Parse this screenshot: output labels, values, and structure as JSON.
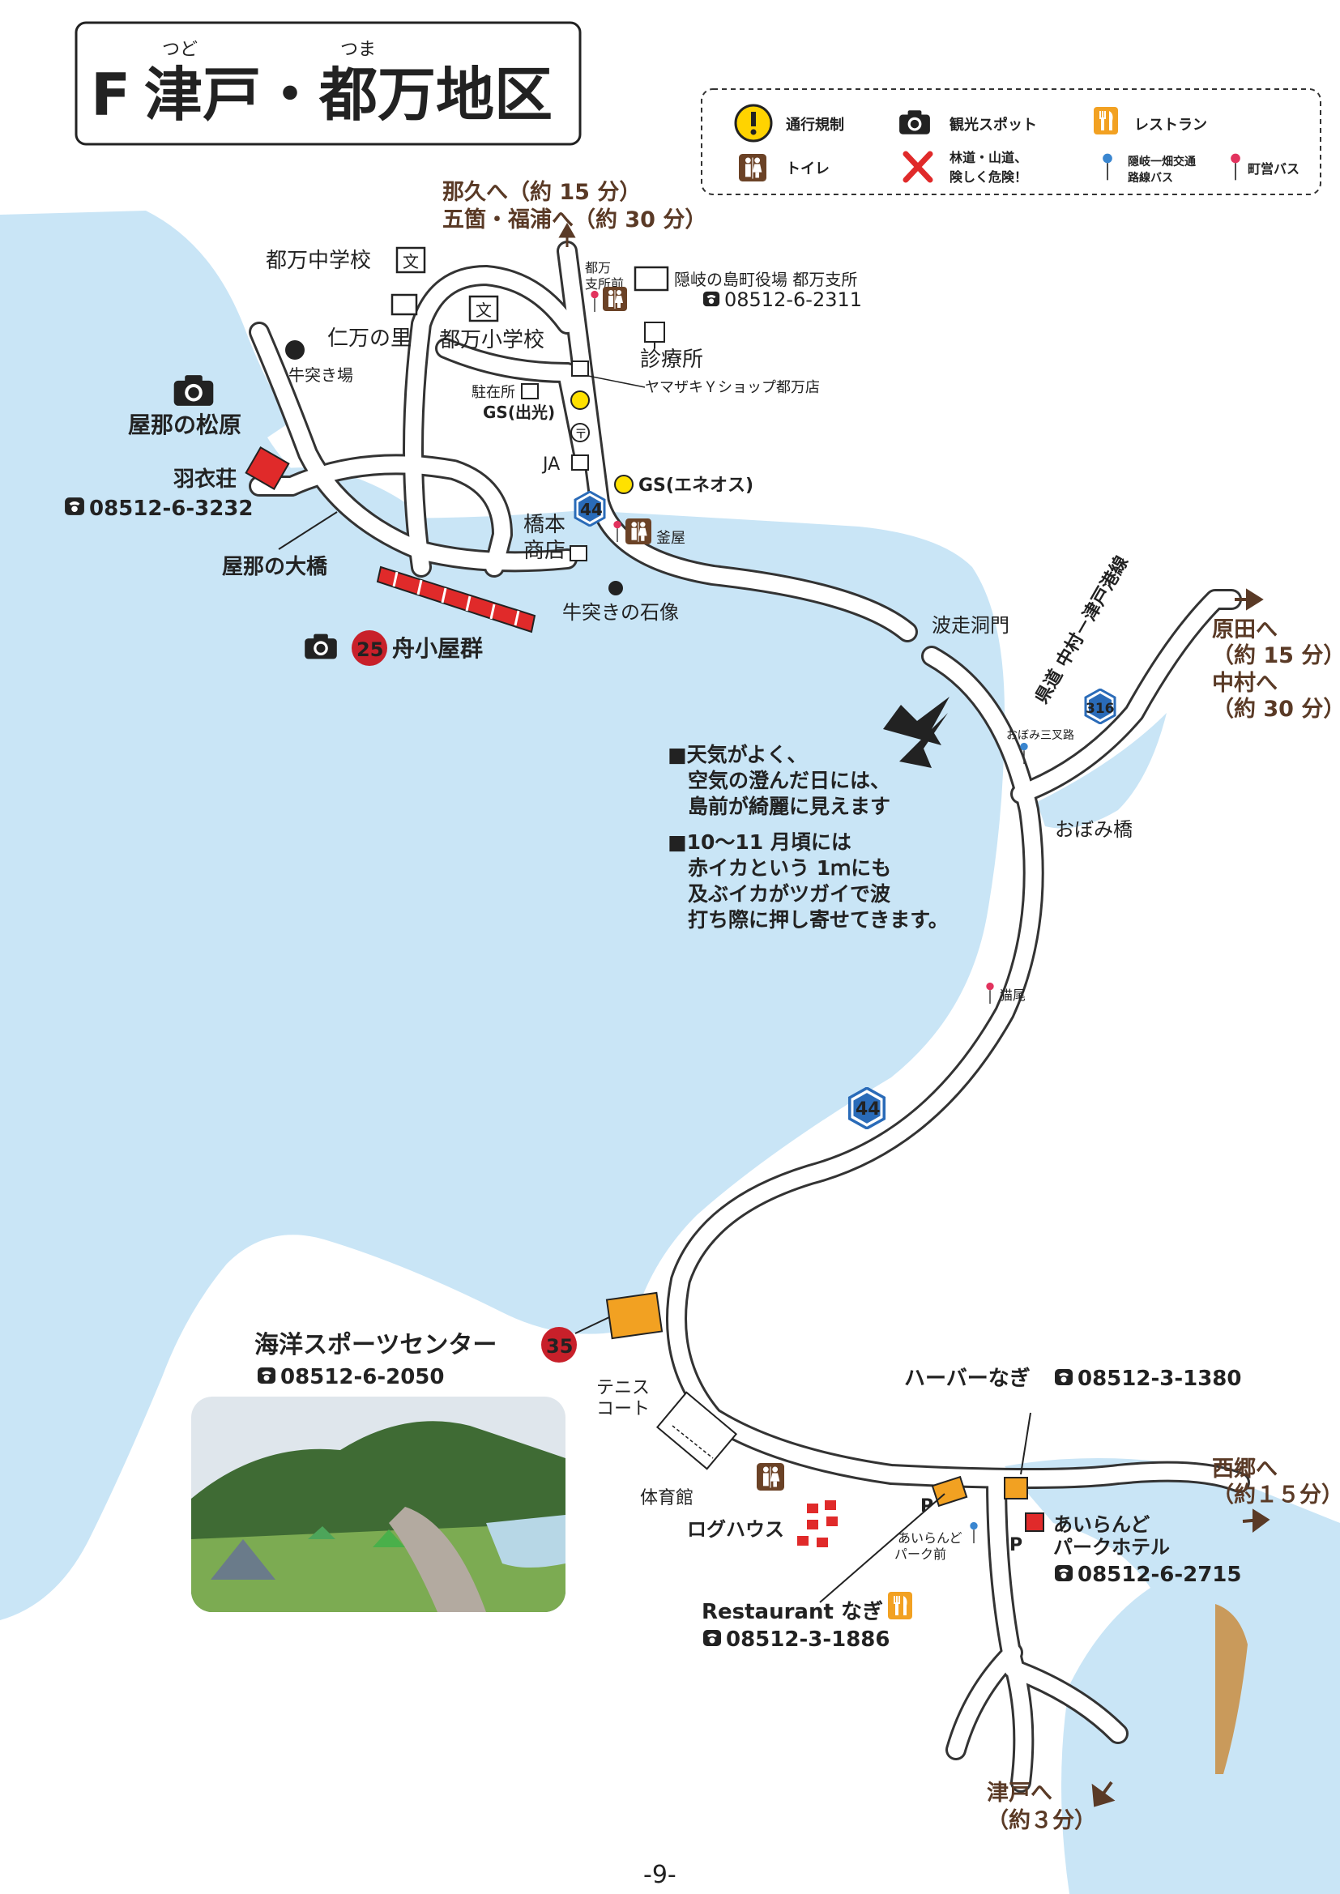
{
  "title": {
    "letter": "F",
    "main": "津戸・都万地区",
    "ruby_tsudo": "つど",
    "ruby_tsuma": "つま"
  },
  "legend": {
    "traffic": "通行規制",
    "sightseeing": "観光スポット",
    "restaurant": "レストラン",
    "toilet": "トイレ",
    "danger_line1": "林道・山道、",
    "danger_line2": "険しく危険！",
    "bus_route_line1": "隠岐一畑交通",
    "bus_route_line2": "路線バス",
    "town_bus": "町営バス"
  },
  "directions": {
    "nagu_line1": "那久へ（約 15 分）",
    "nagu_line2": "五箇・福浦へ（約 30 分）",
    "harada_line1": "原田へ",
    "harada_line2": "（約 15 分）",
    "harada_line3": "中村へ",
    "harada_line4": "（約 30 分）",
    "saigo_line1": "西郷へ",
    "saigo_line2": "（約１５分）",
    "tsudo_line1": "津戸へ",
    "tsudo_line2": "（約３分）"
  },
  "places": {
    "tsuma_jhs": "都万中学校",
    "school_mark": "文",
    "tsuma_es": "都万小学校",
    "nimannosato": "仁万の里",
    "ushitsuki_ba": "牛突き場",
    "yana_matsubara": "屋那の松原",
    "hagoromo": "羽衣荘",
    "hagoromo_tel": "08512-6-3232",
    "yana_bridge": "屋那の大橋",
    "funagoya": "舟小屋群",
    "funagoya_no": "25",
    "ushitsuki_statue": "牛突きの石像",
    "chuzaisho": "駐在所",
    "gs_idemitsu": "GS(出光)",
    "post_mark": "〒",
    "ja": "JA",
    "gs_eneos": "GS(エネオス)",
    "route44": "44",
    "hashimoto_1": "橋本",
    "hashimoto_2": "商店",
    "kamaya": "釜屋",
    "yamazaki": "ヤマザキＹショップ都万店",
    "clinic": "診療所",
    "busstop_tsuma_1": "都万",
    "busstop_tsuma_2": "支所前",
    "town_office": "隠岐の島町役場 都万支所",
    "town_office_tel": "08512-6-2311",
    "hasoudomon": "波走洞門",
    "pref_road": "県道 中村－津戸港線",
    "route316": "316",
    "obomi_junction": "おぼみ三叉路",
    "obomi_bridge": "おぼみ橋",
    "nekoo": "猫尾",
    "marine_center": "海洋スポーツセンター",
    "marine_no": "35",
    "marine_tel": "08512-6-2050",
    "tennis_1": "テニス",
    "tennis_2": "コート",
    "gym": "体育館",
    "loghouse": "ログハウス",
    "harbor_nagi": "ハーバーなぎ",
    "harbor_nagi_tel": "08512-3-1380",
    "busstop_park_1": "あいらんど",
    "busstop_park_2": "パーク前",
    "parkhotel_1": "あいらんど",
    "parkhotel_2": "パークホテル",
    "parkhotel_tel": "08512-6-2715",
    "restaurant_nagi": "Restaurant なぎ",
    "restaurant_nagi_tel": "08512-3-1886",
    "parking": "P"
  },
  "notes": {
    "note1_line1": "■天気がよく、",
    "note1_line2": "　空気の澄んだ日には、",
    "note1_line3": "　島前が綺麗に見えます",
    "note2_line1": "■10～11 月頃には",
    "note2_line2": "　赤イカという 1ｍにも",
    "note2_line3": "　及ぶイカがツガイで波",
    "note2_line4": "　打ち際に押し寄せてきます。"
  },
  "page_number": "-9-",
  "colors": {
    "sea": "#c9e5f6",
    "accent_red": "#e02a2a",
    "route_blue": "#2a6bb8",
    "orange": "#f2a122",
    "brown": "#6b4226",
    "gs_yellow": "#d9b400"
  },
  "icons": {
    "traffic": "warning-icon",
    "sightseeing": "camera-icon",
    "restaurant": "fork-knife-icon",
    "toilet": "toilet-icon",
    "danger": "cross-icon",
    "bus": "bus-stop-icon",
    "phone": "phone-icon"
  }
}
